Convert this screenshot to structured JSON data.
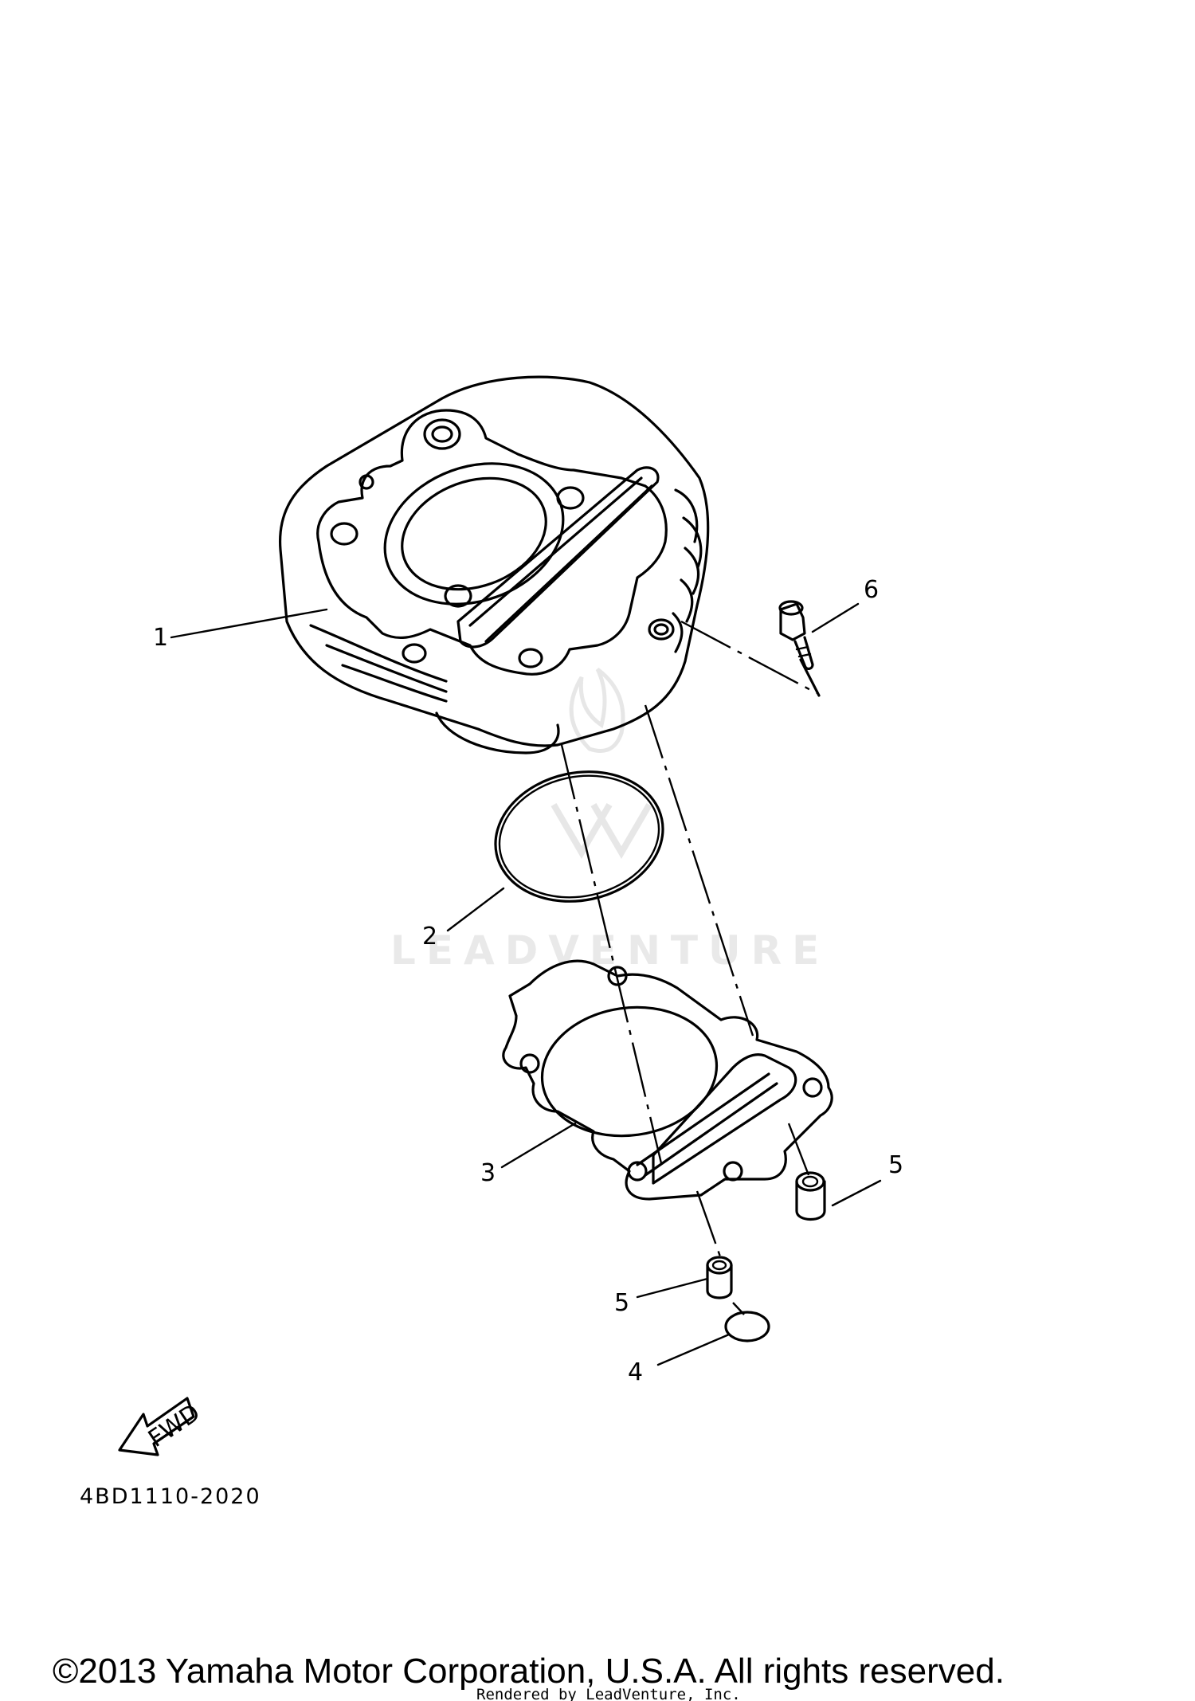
{
  "diagram": {
    "callouts": [
      {
        "id": "1",
        "label": "1"
      },
      {
        "id": "2",
        "label": "2"
      },
      {
        "id": "3",
        "label": "3"
      },
      {
        "id": "4",
        "label": "4"
      },
      {
        "id": "5a",
        "label": "5"
      },
      {
        "id": "5b",
        "label": "5"
      },
      {
        "id": "6",
        "label": "6"
      }
    ],
    "fwd_label": "FWD",
    "drawing_code": "4BD1110-2020",
    "watermark": "LEADVENTURE"
  },
  "footer": {
    "copyright": "©2013 Yamaha Motor Corporation, U.S.A. All rights reserved.",
    "rendered_by": "Rendered by LeadVenture, Inc."
  },
  "colors": {
    "line": "#000000",
    "background": "#ffffff",
    "watermark": "#e7e7e7"
  }
}
